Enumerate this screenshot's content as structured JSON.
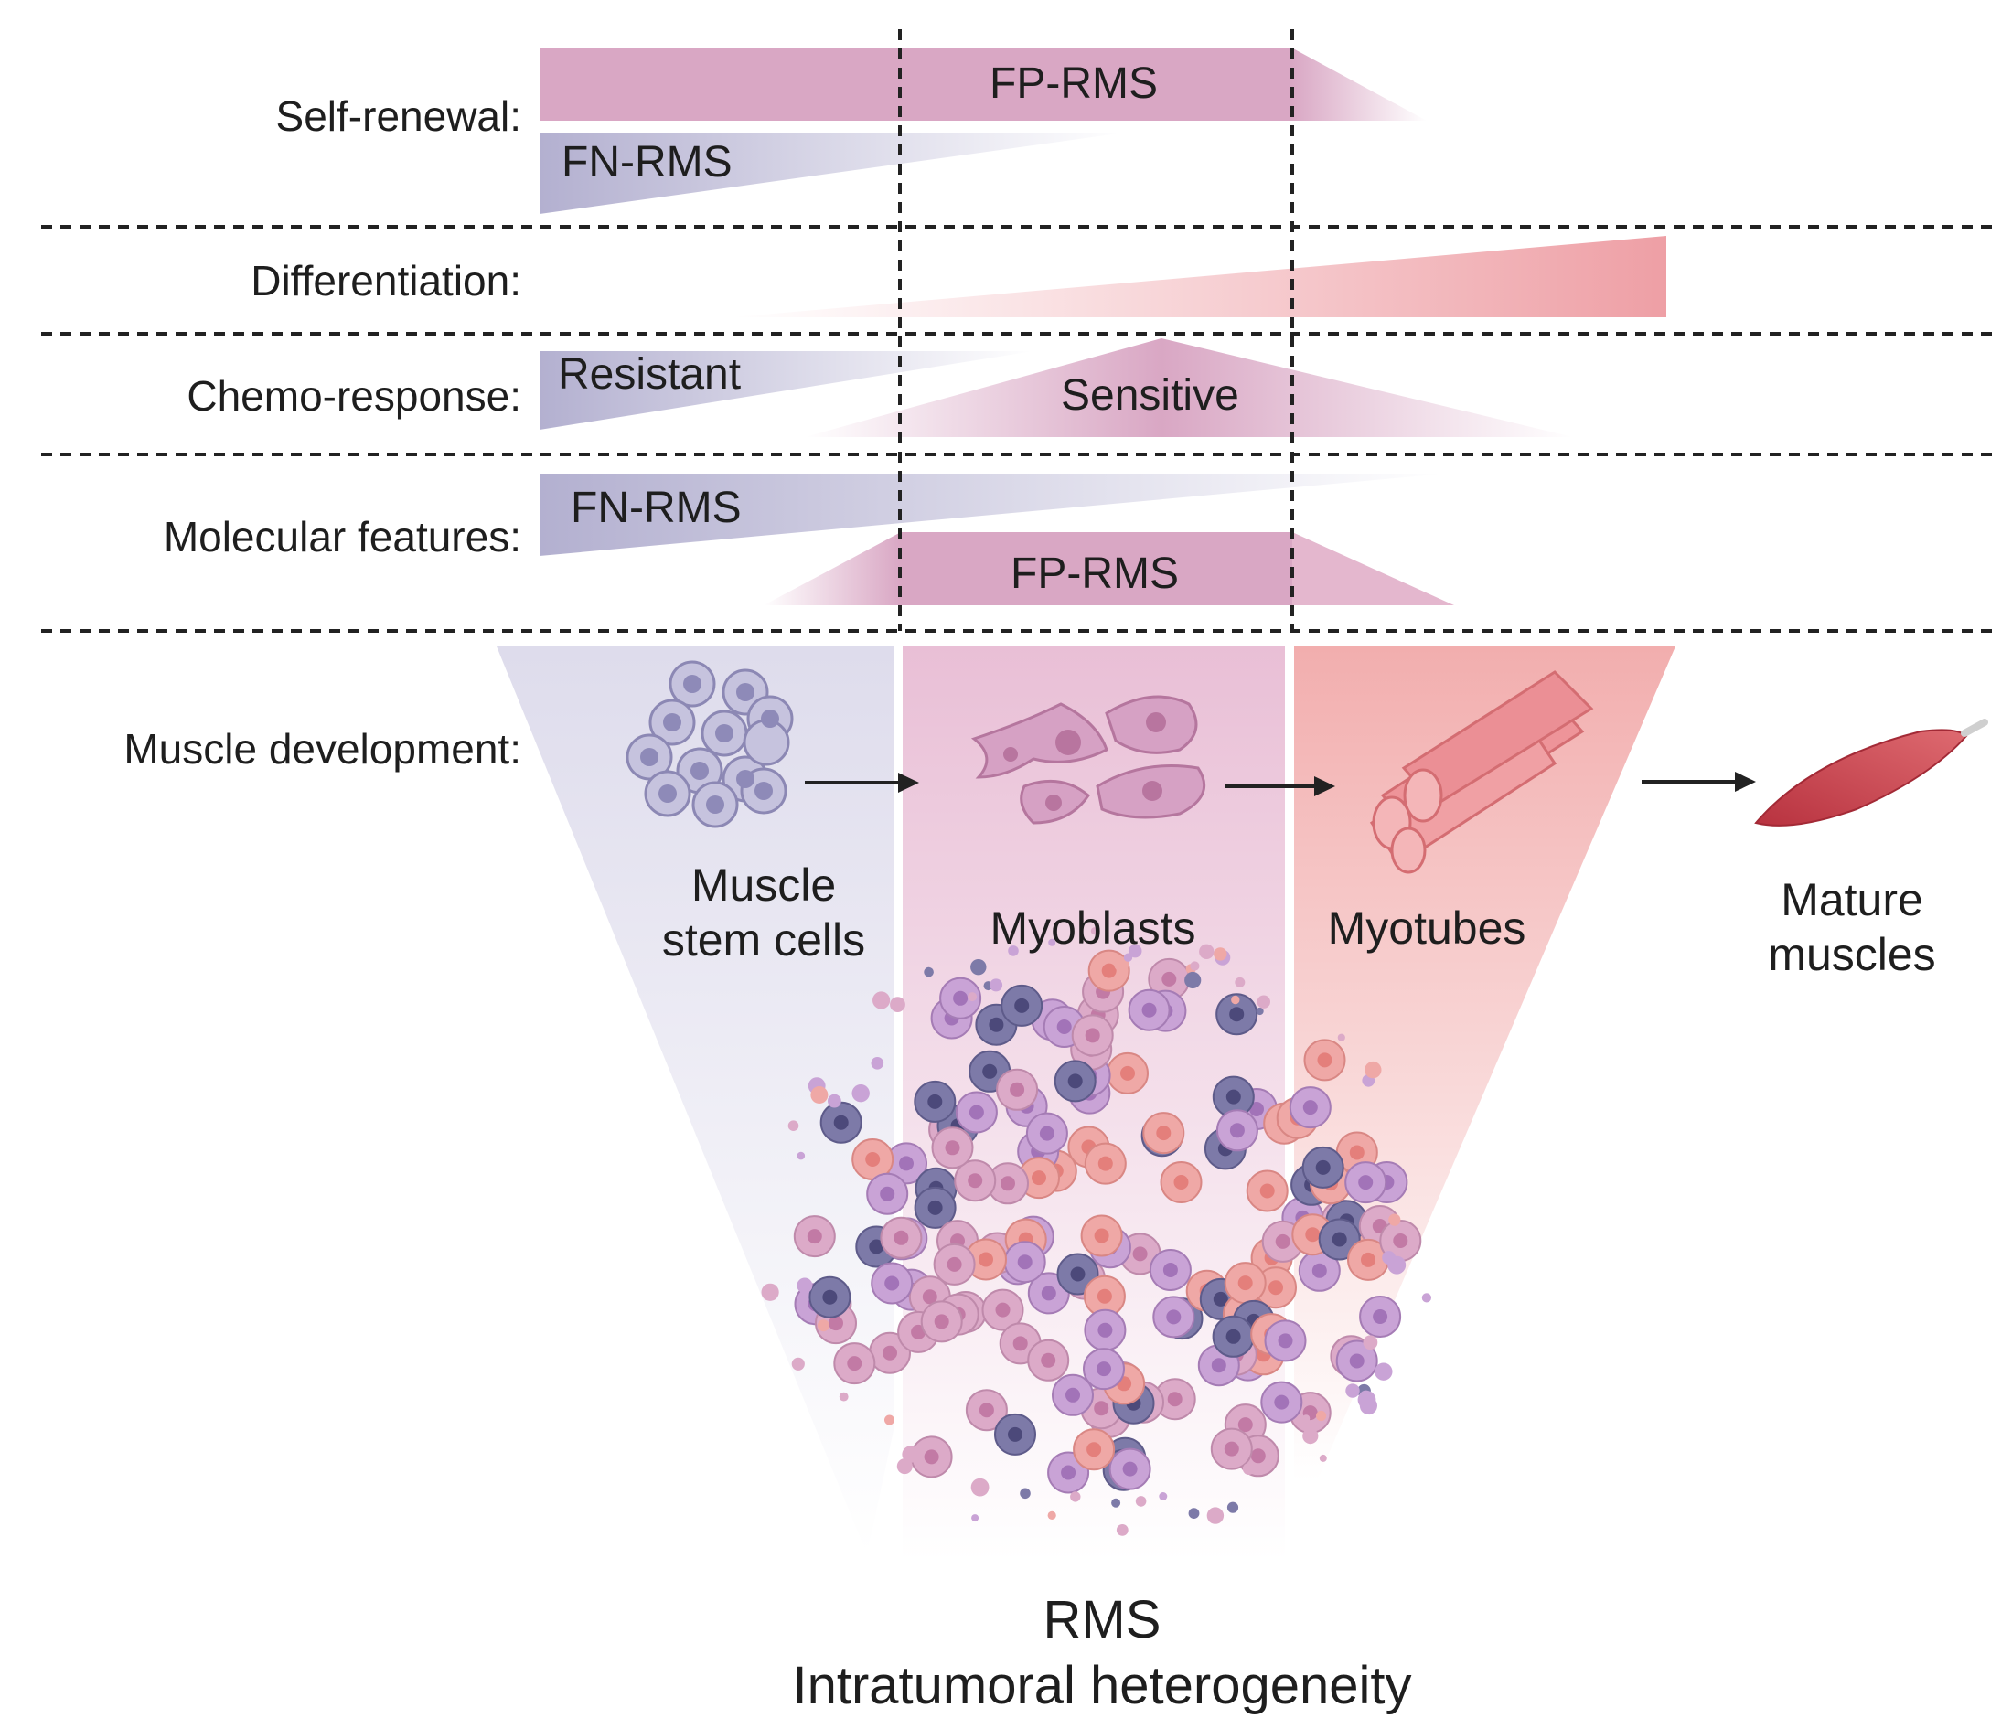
{
  "rows": {
    "self_renewal": "Self-renewal:",
    "differentiation": "Differentiation:",
    "chemo_response": "Chemo-response:",
    "molecular_features": "Molecular features:",
    "muscle_development": "Muscle development:"
  },
  "bars": {
    "self_renewal_fp": "FP-RMS",
    "self_renewal_fn": "FN-RMS",
    "chemo_resistant": "Resistant",
    "chemo_sensitive": "Sensitive",
    "molecular_fn": "FN-RMS",
    "molecular_fp": "FP-RMS"
  },
  "stages": {
    "stem_cells": "Muscle\nstem cells",
    "myoblasts": "Myoblasts",
    "myotubes": "Myotubes",
    "mature": "Mature\nmuscles"
  },
  "title": {
    "line1": "RMS",
    "line2": "Intratumoral heterogeneity"
  },
  "icons": [
    "stem-cell-cluster-icon",
    "myoblast-cluster-icon",
    "myotube-bundle-icon",
    "mature-muscle-icon",
    "tumor-cell-mass-icon"
  ],
  "colors": {
    "fp_pink": "#d9a7c4",
    "fn_lavender": "#b8b5d4",
    "differentiation_red": "#eea3a8",
    "myotube_red": "#e58b8f",
    "muscle_red": "#c7404c",
    "dark_cell": "#7d7aa8",
    "purple_cell": "#c9a3d6",
    "salmon_cell": "#efa8a6",
    "pink_cell": "#dcaac8"
  }
}
